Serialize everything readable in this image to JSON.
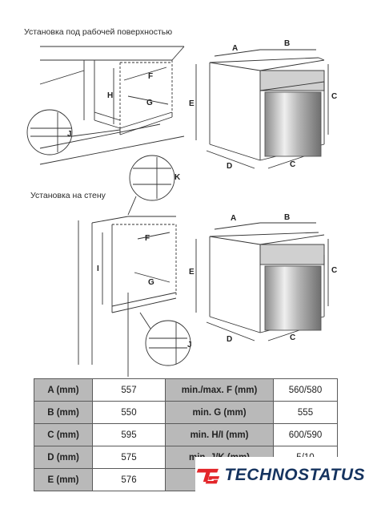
{
  "headings": {
    "under_counter": "Установка под рабочей поверхностью",
    "wall_mount": "Установка на стену"
  },
  "diagram_labels": {
    "under_cabinet": [
      "F",
      "H",
      "G",
      "J"
    ],
    "under_oven": [
      "A",
      "B",
      "E",
      "C",
      "D",
      "C"
    ],
    "wall_cabinet": [
      "K",
      "F",
      "I",
      "G",
      "J"
    ],
    "wall_oven": [
      "A",
      "B",
      "E",
      "C",
      "D",
      "C"
    ]
  },
  "table": {
    "rows": [
      {
        "k1": "A (mm)",
        "v1": "557",
        "k2": "min./max. F (mm)",
        "v2": "560/580"
      },
      {
        "k1": "B (mm)",
        "v1": "550",
        "k2": "min. G (mm)",
        "v2": "555"
      },
      {
        "k1": "C (mm)",
        "v1": "595",
        "k2": "min. H/I (mm)",
        "v2": "600/590"
      },
      {
        "k1": "D (mm)",
        "v1": "575",
        "k2": "min. J/K (mm)",
        "v2": "5/10"
      },
      {
        "k1": "E (mm)",
        "v1": "576",
        "k2": "",
        "v2": ""
      }
    ]
  },
  "logo": {
    "text": "TECHNOSTATUS",
    "mark": "ts",
    "colors": {
      "mark": "#e3262a",
      "text": "#15335f"
    }
  }
}
